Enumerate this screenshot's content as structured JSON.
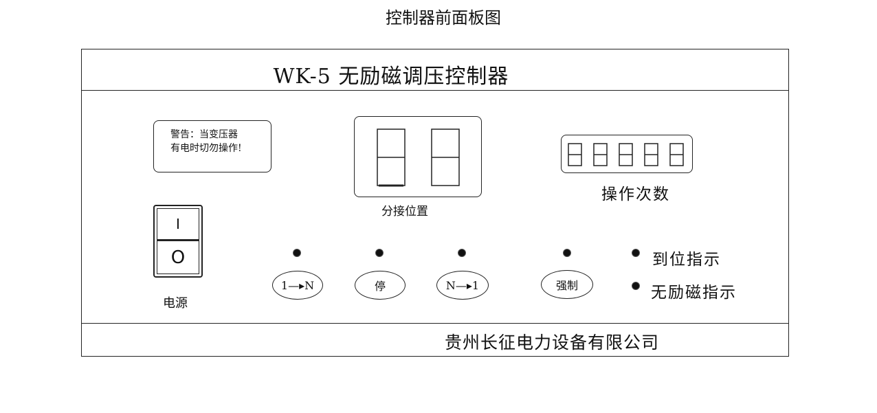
{
  "caption": "控制器前面板图",
  "panel": {
    "title": "WK-5 无励磁调压控制器",
    "warning": {
      "line1": "警告：当变压器",
      "line2": "有电时切勿操作!"
    },
    "tap_position": {
      "label": "分接位置"
    },
    "operation_count": {
      "label": "操作次数",
      "digit_count": 5
    },
    "power_switch": {
      "on_symbol": "I",
      "off_symbol": "O",
      "label": "电源"
    },
    "buttons": [
      {
        "id": "raise",
        "label": "1—▸N"
      },
      {
        "id": "stop",
        "label": "停"
      },
      {
        "id": "lower",
        "label": "N—▸1"
      },
      {
        "id": "force",
        "label": "强制"
      }
    ],
    "indicators": [
      {
        "label": "到位指示"
      },
      {
        "label": "无励磁指示"
      }
    ],
    "company": "贵州长征电力设备有限公司"
  }
}
